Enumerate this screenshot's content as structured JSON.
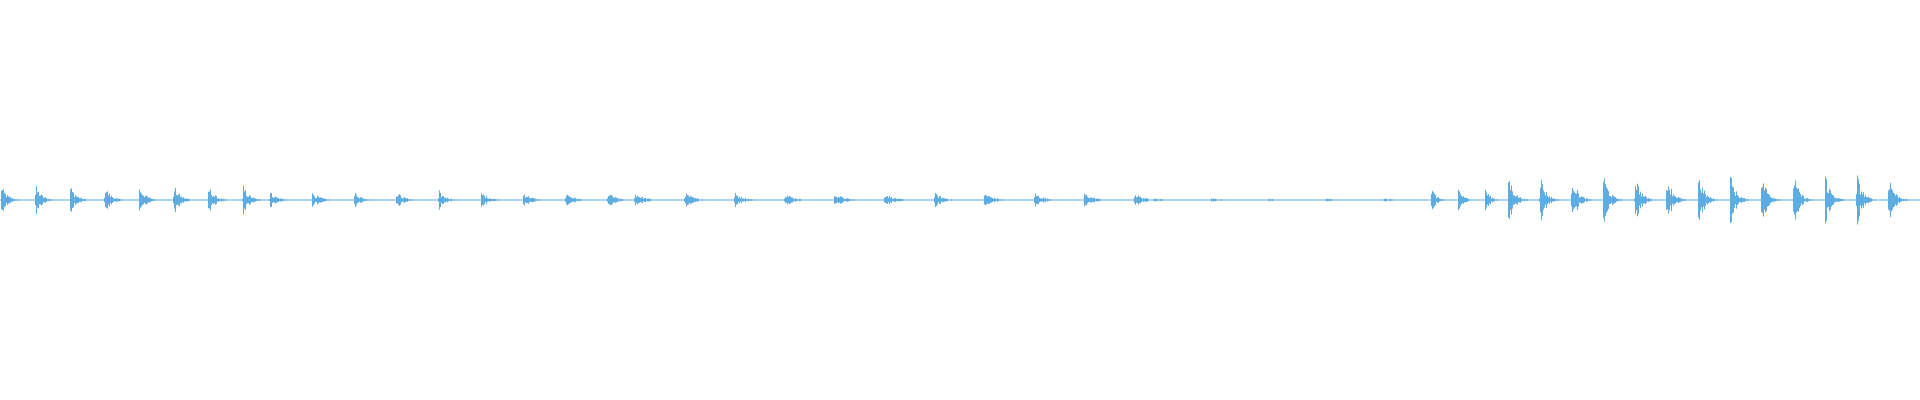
{
  "waveform": {
    "color": "#5dade2",
    "background": "#ffffff",
    "segments": [
      {
        "start": 0.0,
        "end": 0.14,
        "amp": 0.09,
        "burst_every": 0.018
      },
      {
        "start": 0.14,
        "end": 0.33,
        "amp": 0.05,
        "burst_every": 0.022
      },
      {
        "start": 0.33,
        "end": 0.6,
        "amp": 0.045,
        "burst_every": 0.026
      },
      {
        "start": 0.6,
        "end": 0.745,
        "amp": 0.012,
        "burst_every": 0.03
      },
      {
        "start": 0.745,
        "end": 0.785,
        "amp": 0.08,
        "burst_every": 0.014
      },
      {
        "start": 0.785,
        "end": 1.0,
        "amp": 0.17,
        "burst_every": 0.0165
      }
    ]
  }
}
